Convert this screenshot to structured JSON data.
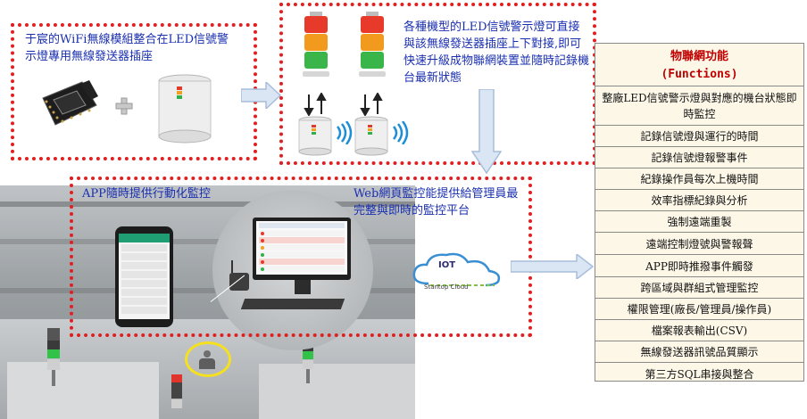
{
  "box_wifi": {
    "text": "于宸的WiFi無線模組整合在LED信號警示燈專用無線發送器插座"
  },
  "box_tower": {
    "text": "各種機型的LED信號警示燈可直接與該無線發送器插座上下對接,即可快速升級成物聯網裝置並隨時記錄機台最新狀態"
  },
  "box_app": {
    "text": "APP隨時提供行動化監控"
  },
  "box_web": {
    "text": "Web網頁監控能提供給管理員最完整與即時的監控平台"
  },
  "iot_cloud": {
    "title": "IOT",
    "subtitle": "Stantop Cloud"
  },
  "functions": {
    "title": "物聯網功能",
    "subtitle": "(Functions)",
    "items": [
      "整廠LED信號警示燈與對應的機台狀態即時監控",
      "記錄信號燈與運行的時間",
      "記錄信號燈報警事件",
      "紀錄操作員每次上機時間",
      "效率指標紀錄與分析",
      "強制遠端重製",
      "遠端控制燈號與警報聲",
      "APP即時推撥事件觸發",
      "跨區域與群組式管理監控",
      "權限管理(廠長/管理員/操作員)",
      "檔案報表輸出(CSV)",
      "無線發送器訊號品質顯示",
      "第三方SQL串接與整合"
    ]
  },
  "colors": {
    "dash_border": "#e02020",
    "blue_text": "#1a2fb0",
    "function_title": "#c00000",
    "arrow_fill": "#dbe6f5",
    "arrow_stroke": "#a7bddc",
    "panel_bg": "#fdf7e8"
  },
  "icons": [
    "wifi-module-icon",
    "plus-icon",
    "transmitter-socket-icon",
    "signal-tower-icon",
    "wireless-waves-icon",
    "smartphone-icon",
    "monitor-icon",
    "cloud-icon"
  ]
}
